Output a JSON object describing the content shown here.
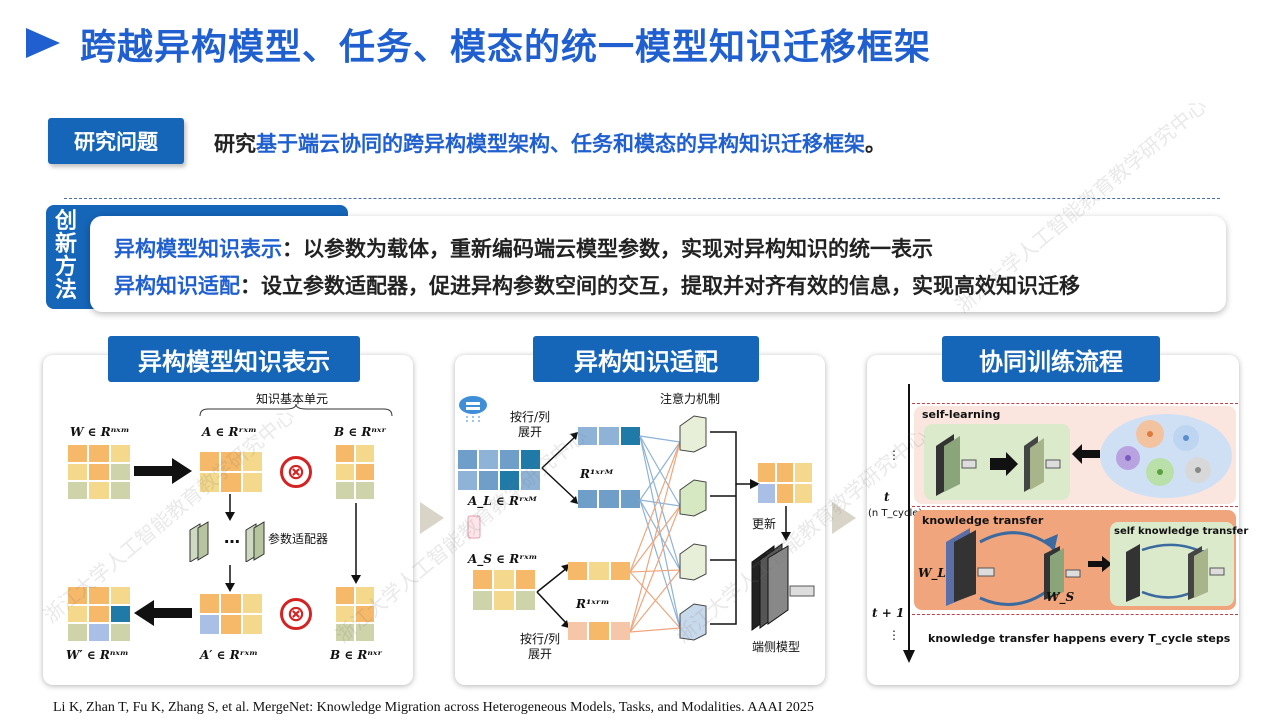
{
  "title": "跨越异构模型、任务、模态的统一模型知识迁移框架",
  "research_question": {
    "badge": "研究问题",
    "prefix": "研究",
    "highlight": "基于端云协同的跨异构模型架构、任务和模态的异构知识迁移框架",
    "suffix": "。"
  },
  "innovation": {
    "tab_label": [
      "创",
      "新",
      "方",
      "法"
    ],
    "items": [
      {
        "lead": "异构模型知识表示",
        "text": "：以参数为载体，重新编码端云模型参数，实现对异构知识的统一表示"
      },
      {
        "lead": "异构知识适配",
        "text": "：设立参数适配器，促进异构参数空间的交互，提取并对齐有效的信息，实现高效知识迁移"
      }
    ]
  },
  "panels": [
    {
      "title": "异构模型知识表示",
      "labels": {
        "knowledge_unit": "知识基本单元",
        "W": "W ∈ Rⁿˣᵐ",
        "A": "A ∈ Rʳˣᵐ",
        "B": "B ∈ Rⁿˣʳ",
        "adapter": "参数适配器",
        "dots": "…",
        "W_prime": "W′ ∈ Rⁿˣᵐ",
        "A_prime": "A′ ∈ Rʳˣᵐ",
        "B_bottom": "B ∈ Rⁿˣʳ",
        "otimes": "⊗"
      }
    },
    {
      "title": "异构知识适配",
      "labels": {
        "flatten_top": "按行/列\n展开",
        "attention": "注意力机制",
        "R_rM": "R¹ˣʳᴹ",
        "A_L": "A_L ∈ Rʳˣᴹ",
        "A_S": "A_S ∈ Rʳˣᵐ",
        "R_rm": "R¹ˣʳᵐ",
        "flatten_bottom": "按行/列\n展开",
        "update": "更新",
        "device_model": "端侧模型"
      }
    },
    {
      "title": "协同训练流程",
      "labels": {
        "self_learning": "self-learning",
        "dots_top": "⋮",
        "t": "t",
        "t_sub": "(n T_cycle)",
        "knowledge_transfer": "knowledge transfer",
        "self_knowledge_transfer": "self knowledge transfer",
        "W_L": "W_L",
        "W_S": "W_S",
        "t_plus_1": "t + 1",
        "dots_bottom": "⋮",
        "footer_note": "knowledge transfer happens every T_cycle steps"
      }
    }
  ],
  "citation": "Li K, Zhan T, Fu K, Zhang S, et al. MergeNet: Knowledge Migration across Heterogeneous Models, Tasks, and Modalities. AAAI 2025",
  "watermark": "浙江大学人工智能教育教学研究中心",
  "colors": {
    "brand_blue": "#1565b8",
    "title_blue": "#1f5fcf",
    "cell_orange": "#f5b969",
    "cell_yellow": "#f4d98c",
    "cell_green": "#cfd3a9",
    "cell_teal": "#1f7aa8",
    "cell_blue_light": "#a9bfe6",
    "red": "#d32323",
    "training_pink": "#fbe6df",
    "training_orange": "#f0a57d",
    "training_green": "#dbeacb"
  }
}
